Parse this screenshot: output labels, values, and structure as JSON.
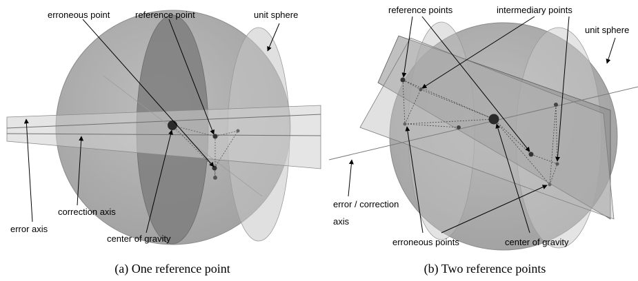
{
  "panel_a": {
    "caption": "(a)  One reference point",
    "labels": {
      "erroneous_point": "erroneous point",
      "reference_point": "reference point",
      "unit_sphere": "unit sphere",
      "correction_axis": "correction axis",
      "error_axis": "error axis",
      "center_of_gravity": "center of gravity"
    }
  },
  "panel_b": {
    "caption": "(b)  Two reference points",
    "labels": {
      "reference_points": "reference points",
      "intermediary_points": "intermediary points",
      "unit_sphere": "unit sphere",
      "error_correction_axis_line1": "error / correction",
      "error_correction_axis_line2": "axis",
      "erroneous_points": "erroneous points",
      "center_of_gravity": "center of gravity"
    }
  },
  "colors": {
    "sphere": "#a8a8a8",
    "plane": "#c8c8c8",
    "dark_disc": "#7e7e7e",
    "points": "#2e2e2e"
  }
}
